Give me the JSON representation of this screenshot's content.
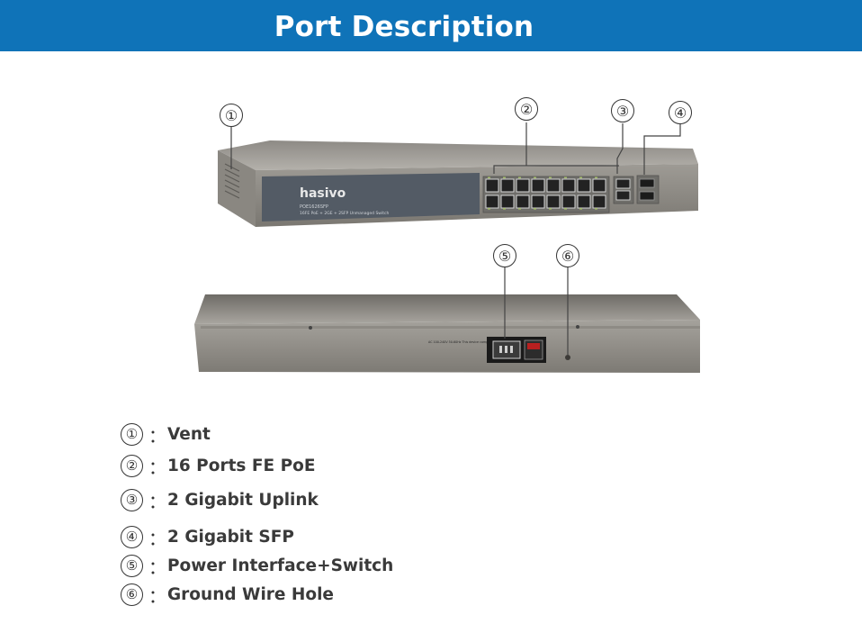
{
  "header": {
    "title": "Port Description"
  },
  "device": {
    "brand": "hasivo",
    "model": "POE1626SFP",
    "subtitle": "16FE PoE + 2GE + 2SFP Unmanaged Switch",
    "rear_label": "AC 100-240V 50-60Hz  This device complies with part 15 of the FCC Rules"
  },
  "callouts": [
    "①",
    "②",
    "③",
    "④",
    "⑤",
    "⑥"
  ],
  "legend": [
    {
      "num": "①",
      "colon": "：",
      "text": "Vent"
    },
    {
      "num": "②",
      "colon": "：",
      "text": "16 Ports FE PoE"
    },
    {
      "num": "③",
      "colon": "：",
      "text": "2 Gigabit Uplink"
    },
    {
      "num": "④",
      "colon": "：",
      "text": "2 Gigabit SFP"
    },
    {
      "num": "⑤",
      "colon": "：",
      "text": "Power Interface+Switch"
    },
    {
      "num": "⑥",
      "colon": "：",
      "text": "Ground Wire Hole"
    }
  ]
}
